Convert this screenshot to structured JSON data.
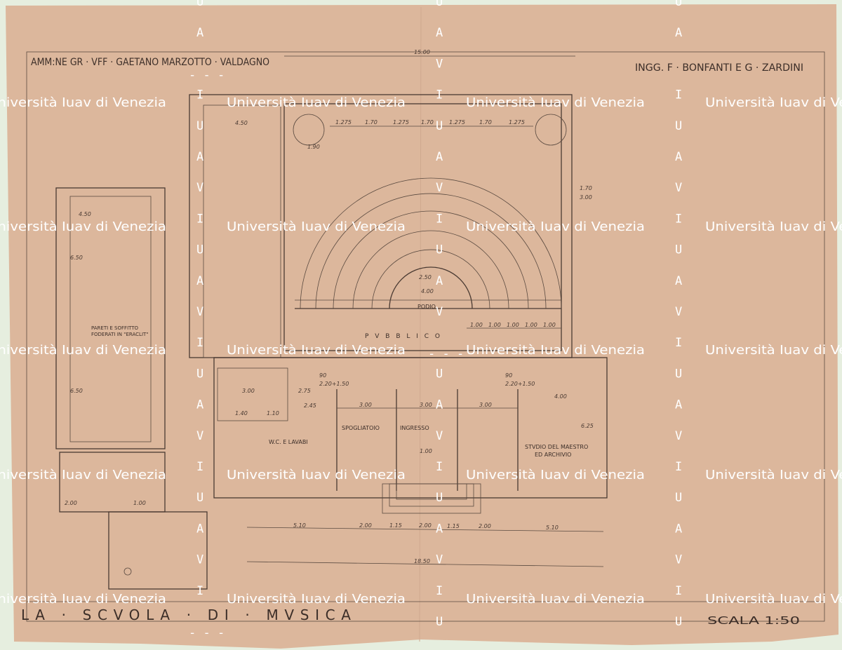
{
  "header": {
    "client": "AMM:NE GR · VFF · GAETANO MARZOTTO · VALDAGNO",
    "engineers": "INGG. F · BONFANTI E G · ZARDINI"
  },
  "footer": {
    "title": "LA · SCVOLA · DI · MVSICA",
    "scale": "SCALA   1:50"
  },
  "rooms": {
    "podium": "PODIO",
    "public": "P V B B L I C O",
    "changing": "SPOGLIATOIO",
    "entrance": "INGRESSO",
    "wc": "W.C. E LAVABI",
    "studio_line1": "STVDIO DEL MAESTRO",
    "studio_line2": "ED ARCHIVIO",
    "walls_note_line1": "PARETI E SOFFITTO",
    "walls_note_line2": "FODERATI IN \"ERACLIT\""
  },
  "dimensions": {
    "top_total": "15.00",
    "hall_left": "4.50",
    "wing_width": "4.50",
    "hall_offset": "1.90",
    "bays": [
      "1.275",
      "1.70",
      "1.275",
      "1.70",
      "1.275",
      "1.70",
      "1.275"
    ],
    "side_a": "1.70",
    "side_b": "3.00",
    "wing_h1": "6.50",
    "wing_h2": "6.50",
    "podium_r": "2.50",
    "podium_w": "4.00",
    "seat_step": [
      "1.00",
      "1.00",
      "1.00",
      "1.00",
      "1.00"
    ],
    "door_a": "90",
    "door_b": "2.20+1.50",
    "room_w1": "2.45",
    "room_w2": "3.00",
    "room_w3": "3.00",
    "room_w4": "3.00",
    "room_w5": "4.00",
    "room_h": "6.25",
    "stair_a": "1.40",
    "stair_b": "1.10",
    "stair_c": "3.00",
    "stair_d": "2.75",
    "step": "1.00",
    "bottom": [
      "5.10",
      "2.00",
      "1.15",
      "2.00",
      "1.15",
      "2.00",
      "5.10"
    ],
    "bottom_total": "18.50",
    "lower_left": [
      "2.00",
      "1.00"
    ]
  },
  "watermark": {
    "text": "Università Iuav di Venezia",
    "letters": [
      "I",
      "U",
      "A",
      "V"
    ]
  },
  "colors": {
    "paper": "#dcb79c",
    "ink": "#4a3a32",
    "background": "#e6eedf"
  }
}
